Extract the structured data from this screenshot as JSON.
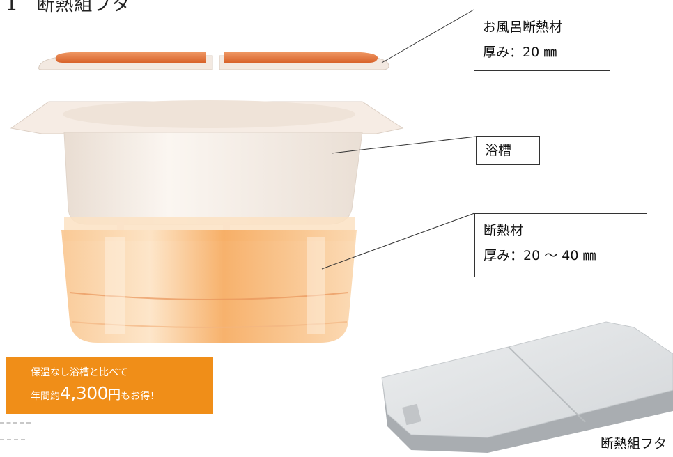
{
  "heading": "1　断熱組フタ",
  "callouts": {
    "lid": {
      "line1": "お風呂断熱材",
      "line2": "厚み：20 ㎜"
    },
    "tub": {
      "line1": "浴槽"
    },
    "insulation": {
      "line1": "断熱材",
      "line2": "厚み：20 ～ 40 ㎜"
    }
  },
  "promo": {
    "line1": "保温なし浴槽と比べて",
    "prefix": "年間約",
    "amount": "4,300",
    "yen": "円",
    "suffix": "もお得！"
  },
  "caption": "断熱組フタ",
  "colors": {
    "accent_orange": "#f08e18",
    "lid_orange": "#e0743c",
    "tub_cream": "#f6ece4",
    "insulation_amber": "#f6b26b",
    "cover_gray": "#dfe1e3"
  }
}
